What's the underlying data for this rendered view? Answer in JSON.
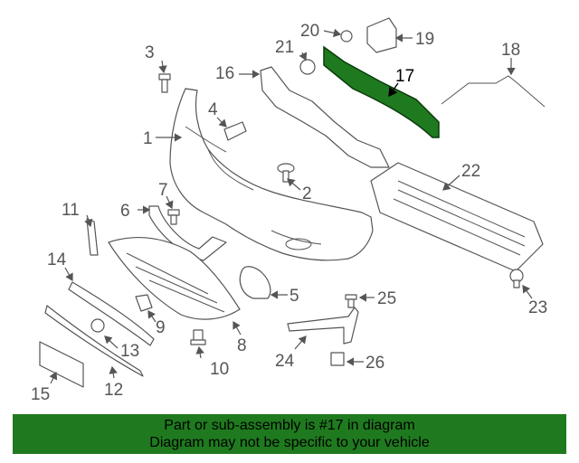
{
  "diagram": {
    "highlight_color": "#1f7a1f",
    "highlighted_part": "17",
    "callouts": [
      "1",
      "2",
      "3",
      "4",
      "5",
      "6",
      "7",
      "8",
      "9",
      "10",
      "11",
      "12",
      "13",
      "14",
      "15",
      "16",
      "17",
      "18",
      "19",
      "20",
      "21",
      "22",
      "23",
      "24",
      "25",
      "26"
    ]
  },
  "banner": {
    "background": "#1f7a1f",
    "line1": "Part or sub-assembly is #17 in diagram",
    "line2": "Diagram may not be specific to your vehicle"
  }
}
